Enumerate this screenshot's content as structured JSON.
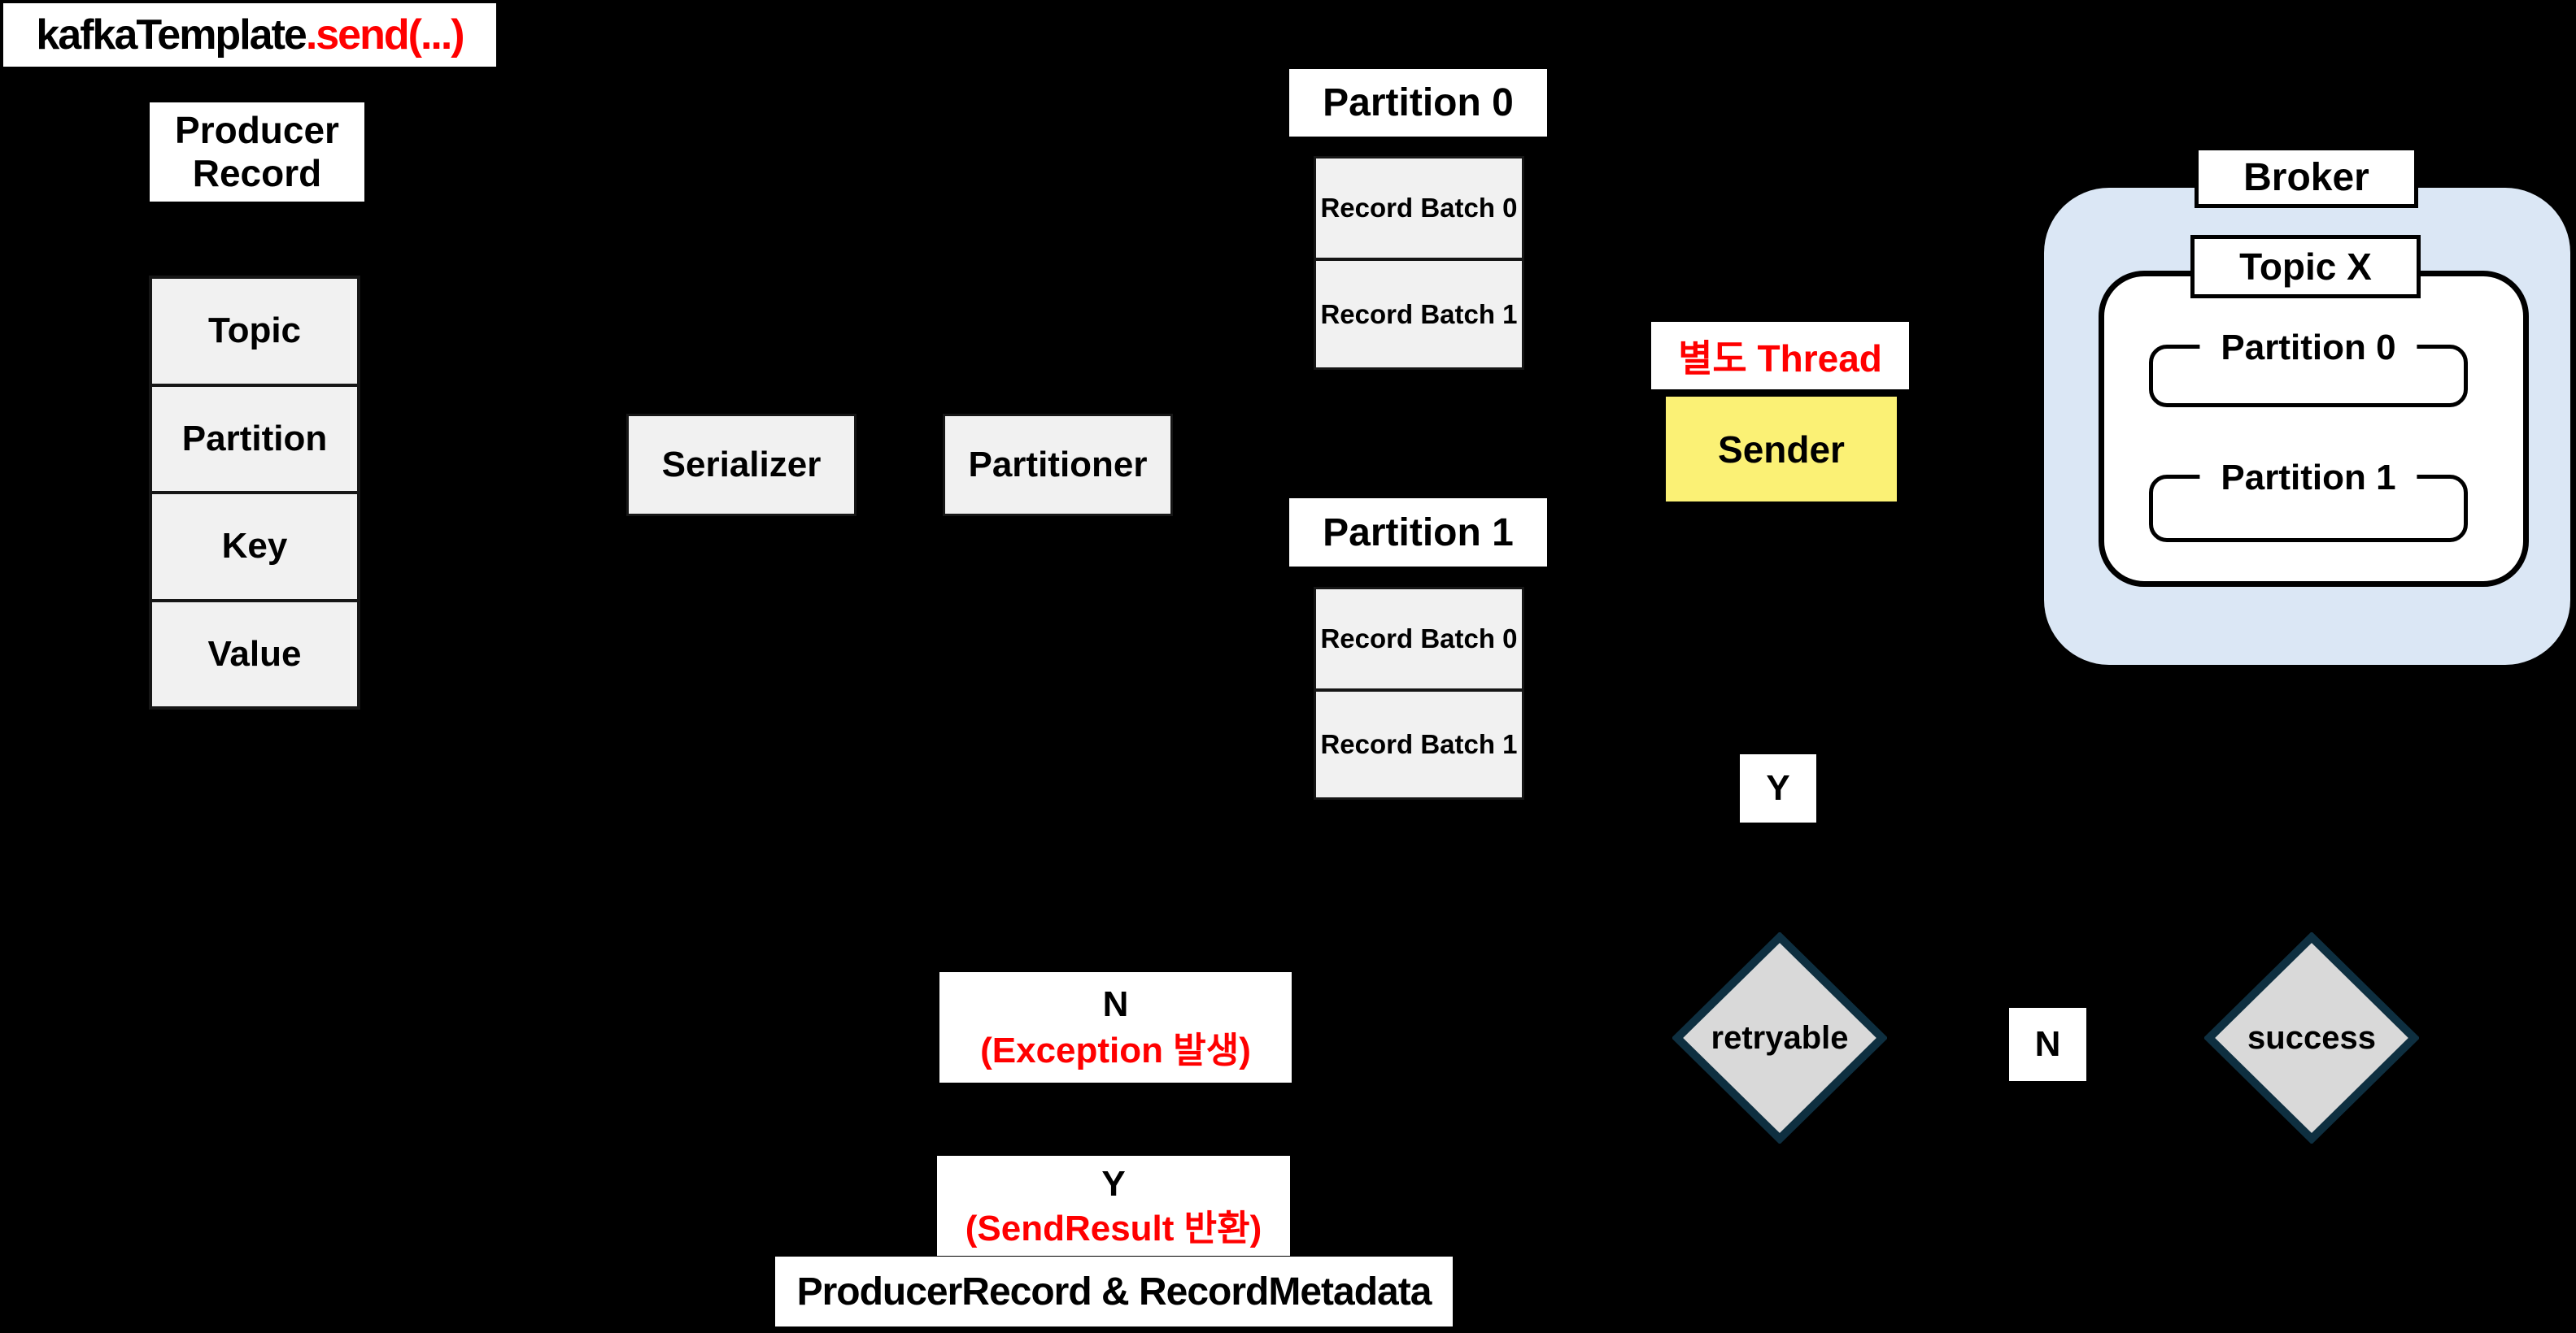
{
  "diagram": {
    "title_box": {
      "black": "kafkaTemplate",
      "red": ".send(...)"
    },
    "producer_record": "Producer Record",
    "record_fields": [
      "Topic",
      "Partition",
      "Key",
      "Value"
    ],
    "serializer": "Serializer",
    "partitioner": "Partitioner",
    "buffer": {
      "partitions": [
        {
          "title": "Partition 0",
          "batches": [
            "Record Batch 0",
            "Record Batch 1"
          ]
        },
        {
          "title": "Partition 1",
          "batches": [
            "Record Batch 0",
            "Record Batch 1"
          ]
        }
      ]
    },
    "thread_note": "별도 Thread",
    "sender": "Sender",
    "broker": {
      "label": "Broker",
      "topic": "Topic X",
      "partitions": [
        "Partition 0",
        "Partition 1"
      ]
    },
    "labels": {
      "yes": "Y",
      "no": "N"
    },
    "decisions": {
      "retryable": "retryable",
      "success": "success"
    },
    "exception_note": {
      "line1": "N",
      "line2": "(Exception 발생)"
    },
    "sendresult_note": {
      "line1": "Y",
      "line2": "(SendResult 반환)"
    },
    "result": "ProducerRecord & RecordMetadata",
    "colors": {
      "background": "#000000",
      "box_gray": "#f1f1f1",
      "diamond_fill": "#d9d9d9",
      "diamond_border": "#0e2f40",
      "sender_yellow": "#fbf175",
      "broker_blue": "#dbe7f5",
      "accent_red": "#ff0000"
    }
  }
}
